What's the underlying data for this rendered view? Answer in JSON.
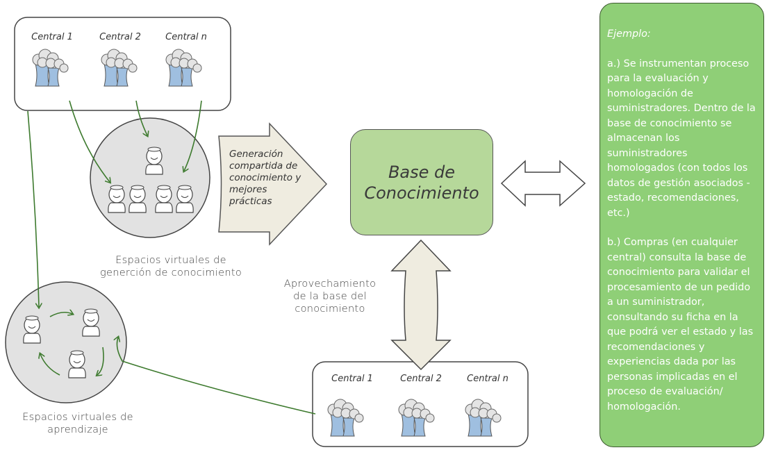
{
  "top_centrals": [
    "Central 1",
    "Central 2",
    "Central n"
  ],
  "bottom_centrals": [
    "Central 1",
    "Central 2",
    "Central n"
  ],
  "generation_text": "Generación compartida de conocimiento y mejores prácticas",
  "knowledge_base": {
    "line1": "Base de",
    "line2": "Conocimiento"
  },
  "virtual_generation_label": {
    "line1": "Espacios virtuales de",
    "line2": "generción de conocimiento"
  },
  "leverage_label": {
    "line1": "Aprovechamiento",
    "line2": "de la base del",
    "line3": "conocimiento"
  },
  "learning_label": {
    "line1": "Espacios virtuales de",
    "line2": "aprendizaje"
  },
  "example": {
    "title": "Ejemplo:",
    "a": "a.) Se instrumentan proceso para la evaluación y homologación de suministradores. Dentro de la base de conocimiento se almacenan los suministradores homologados (con todos los datos de gestión asociados - estado, recomendaciones, etc.)",
    "b": "b.) Compras (en cualquier central) consulta la base de conocimiento para validar el procesamiento de un pedido a un suministrador, consultando su ficha en la que podrá ver el estado y las recomendaciones y experiencias dada por las personas implicadas en el proceso de evaluación/ homologación."
  },
  "colors": {
    "green_box": "#b6d89a",
    "example_bg": "#8fcf77",
    "tower": "#9fbfe0",
    "arrow_green": "#3d7a2e"
  }
}
